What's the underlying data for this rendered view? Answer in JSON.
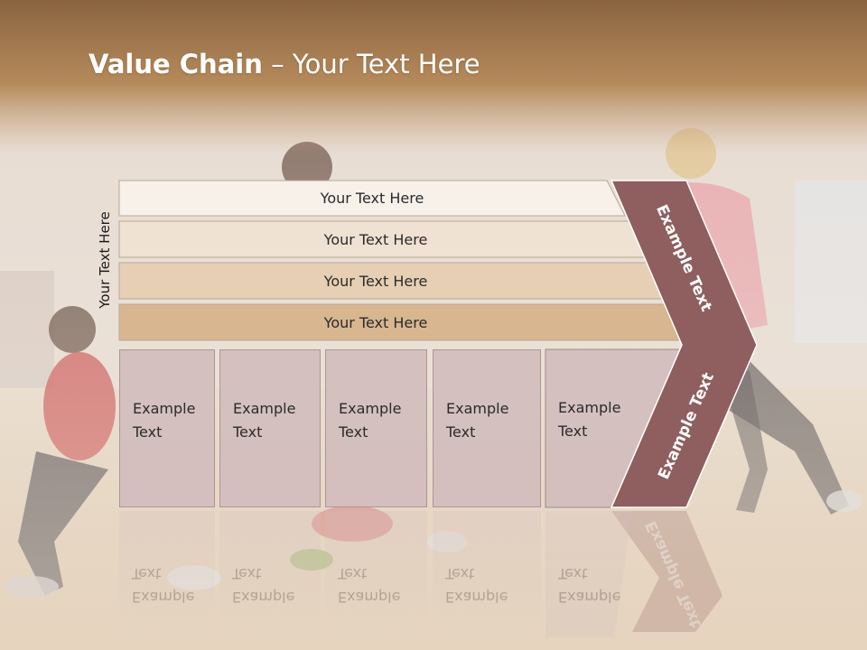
{
  "title": {
    "bold": "Value Chain",
    "separator": " – ",
    "subtitle": "Your Text Here"
  },
  "side_label": "Your Text Here",
  "bars": [
    "Your Text Here",
    "Your Text Here",
    "Your Text Here",
    "Your Text Here"
  ],
  "columns": [
    "Example\nText",
    "Example\nText",
    "Example\nText",
    "Example\nText",
    "Example\nText"
  ],
  "chevron": {
    "top_label": "Example Text",
    "bottom_label": "Example Text"
  },
  "colors": {
    "chevron": "#8f5e5e",
    "column": "#d3bebe",
    "header_band": "#b4875a"
  }
}
